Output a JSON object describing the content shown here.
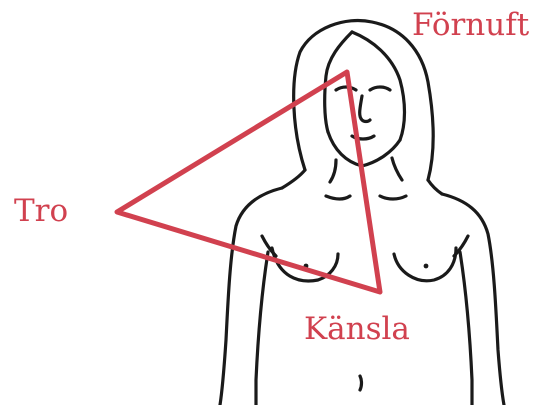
{
  "labels": {
    "top": "Förnuft",
    "left": "Tro",
    "bottom": "Känsla"
  },
  "colors": {
    "accent": "#d1414f",
    "line_art": "#1a1a1a",
    "background": "#ffffff"
  }
}
